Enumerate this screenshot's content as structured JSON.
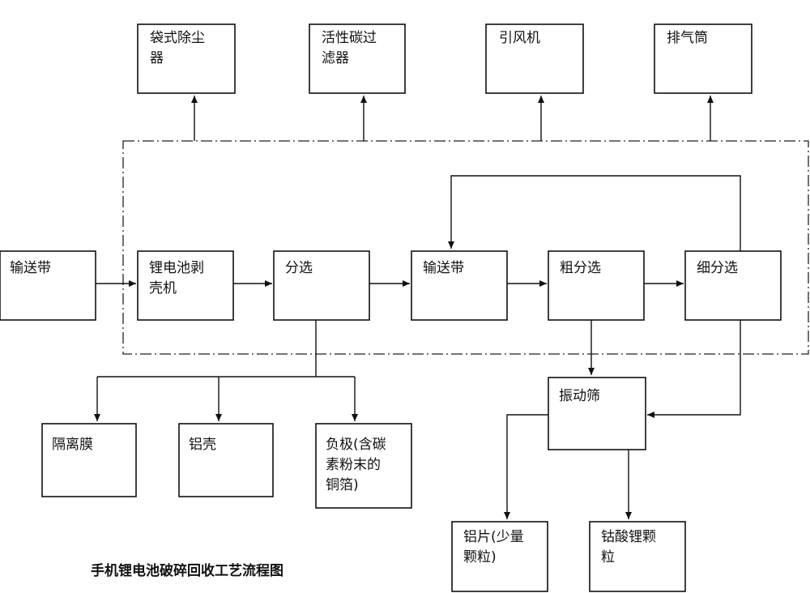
{
  "diagram": {
    "title": "手机锂电池破碎回收工艺流程图",
    "nodes": {
      "bag_filter": [
        "袋式除尘",
        "器"
      ],
      "carbon_filter": [
        "活性碳过",
        "滤器"
      ],
      "fan": [
        "引风机"
      ],
      "stack": [
        "排气筒"
      ],
      "conveyor_in": [
        "输送带"
      ],
      "shell_stripper": [
        "锂电池剥",
        "壳机"
      ],
      "separation": [
        "分选"
      ],
      "conveyor_mid": [
        "输送带"
      ],
      "coarse_sep": [
        "粗分选"
      ],
      "fine_sep": [
        "细分选"
      ],
      "vibrating_screen": [
        "振动筛"
      ],
      "separator_film": [
        "隔离膜"
      ],
      "al_shell": [
        "铝壳"
      ],
      "anode_foil": [
        "负极(含碳",
        "素粉末的",
        "铜箔)"
      ],
      "al_flakes": [
        "铝片(少量",
        "颗粒)"
      ],
      "licoo2": [
        "钴酸锂颗",
        "粒"
      ]
    }
  }
}
